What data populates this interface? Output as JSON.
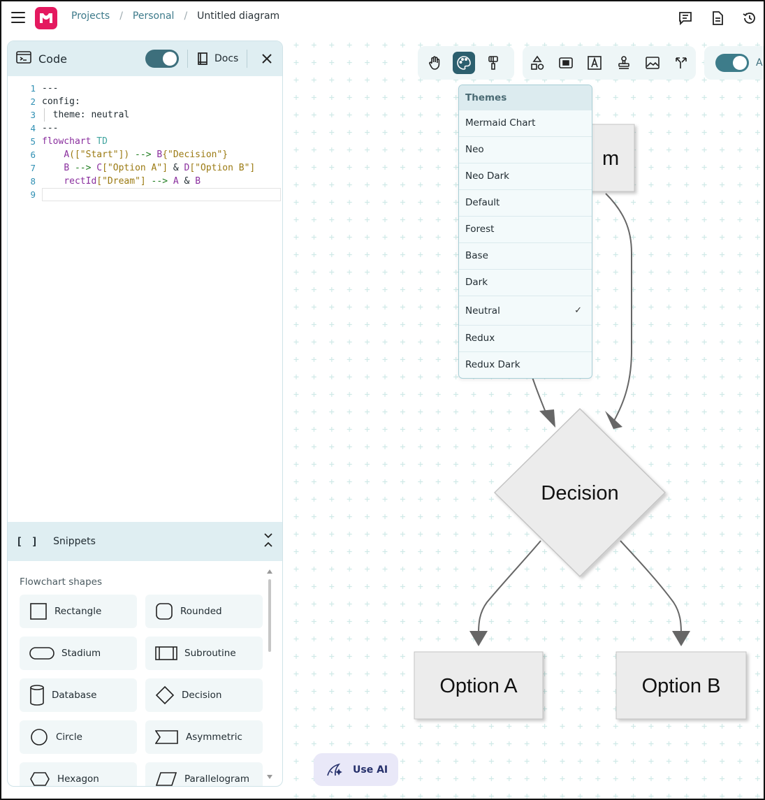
{
  "breadcrumb": {
    "items": [
      "Projects",
      "Personal",
      "Untitled diagram"
    ],
    "separator": "/"
  },
  "code_panel": {
    "title": "Code",
    "docs_label": "Docs",
    "toggle_on": true,
    "lines": [
      {
        "num": "1",
        "text": "---"
      },
      {
        "num": "2",
        "text": "config:"
      },
      {
        "num": "3",
        "text": "  theme: neutral"
      },
      {
        "num": "4",
        "text": "---"
      },
      {
        "num": "5",
        "kw": "flowchart",
        "dir": "TD"
      },
      {
        "num": "6",
        "parts": [
          "A",
          "([\"Start\"])",
          " --> ",
          "B",
          "{\"Decision\"}"
        ]
      },
      {
        "num": "7",
        "parts": [
          "B",
          " --> ",
          "C",
          "[\"Option A\"]",
          " & ",
          "D",
          "[\"Option B\"]"
        ]
      },
      {
        "num": "8",
        "parts": [
          "rectId",
          "[\"Dream\"]",
          " --> ",
          "A",
          " & ",
          "B"
        ]
      },
      {
        "num": "9",
        "text": ""
      }
    ]
  },
  "snippets": {
    "title": "Snippets",
    "bracket_glyph": "[ ]",
    "category": "Flowchart shapes",
    "shapes": [
      "Rectangle",
      "Rounded",
      "Stadium",
      "Subroutine",
      "Database",
      "Decision",
      "Circle",
      "Asymmetric",
      "Hexagon",
      "Parallelogram"
    ]
  },
  "toolbar": {
    "ai_label": "A"
  },
  "themes_menu": {
    "header": "Themes",
    "items": [
      "Mermaid Chart",
      "Neo",
      "Neo Dark",
      "Default",
      "Forest",
      "Base",
      "Dark",
      "Neutral",
      "Redux",
      "Redux Dark"
    ],
    "selected": "Neutral",
    "check_glyph": "✓"
  },
  "diagram": {
    "partial_node_text": "m",
    "decision": "Decision",
    "option_a": "Option A",
    "option_b": "Option B"
  },
  "use_ai": {
    "label": "Use AI"
  },
  "colors": {
    "accent": "#2c5f6e",
    "brand": "#e4195f",
    "node_fill": "#ececec",
    "node_stroke": "#bbbbbb",
    "edge": "#666666"
  }
}
